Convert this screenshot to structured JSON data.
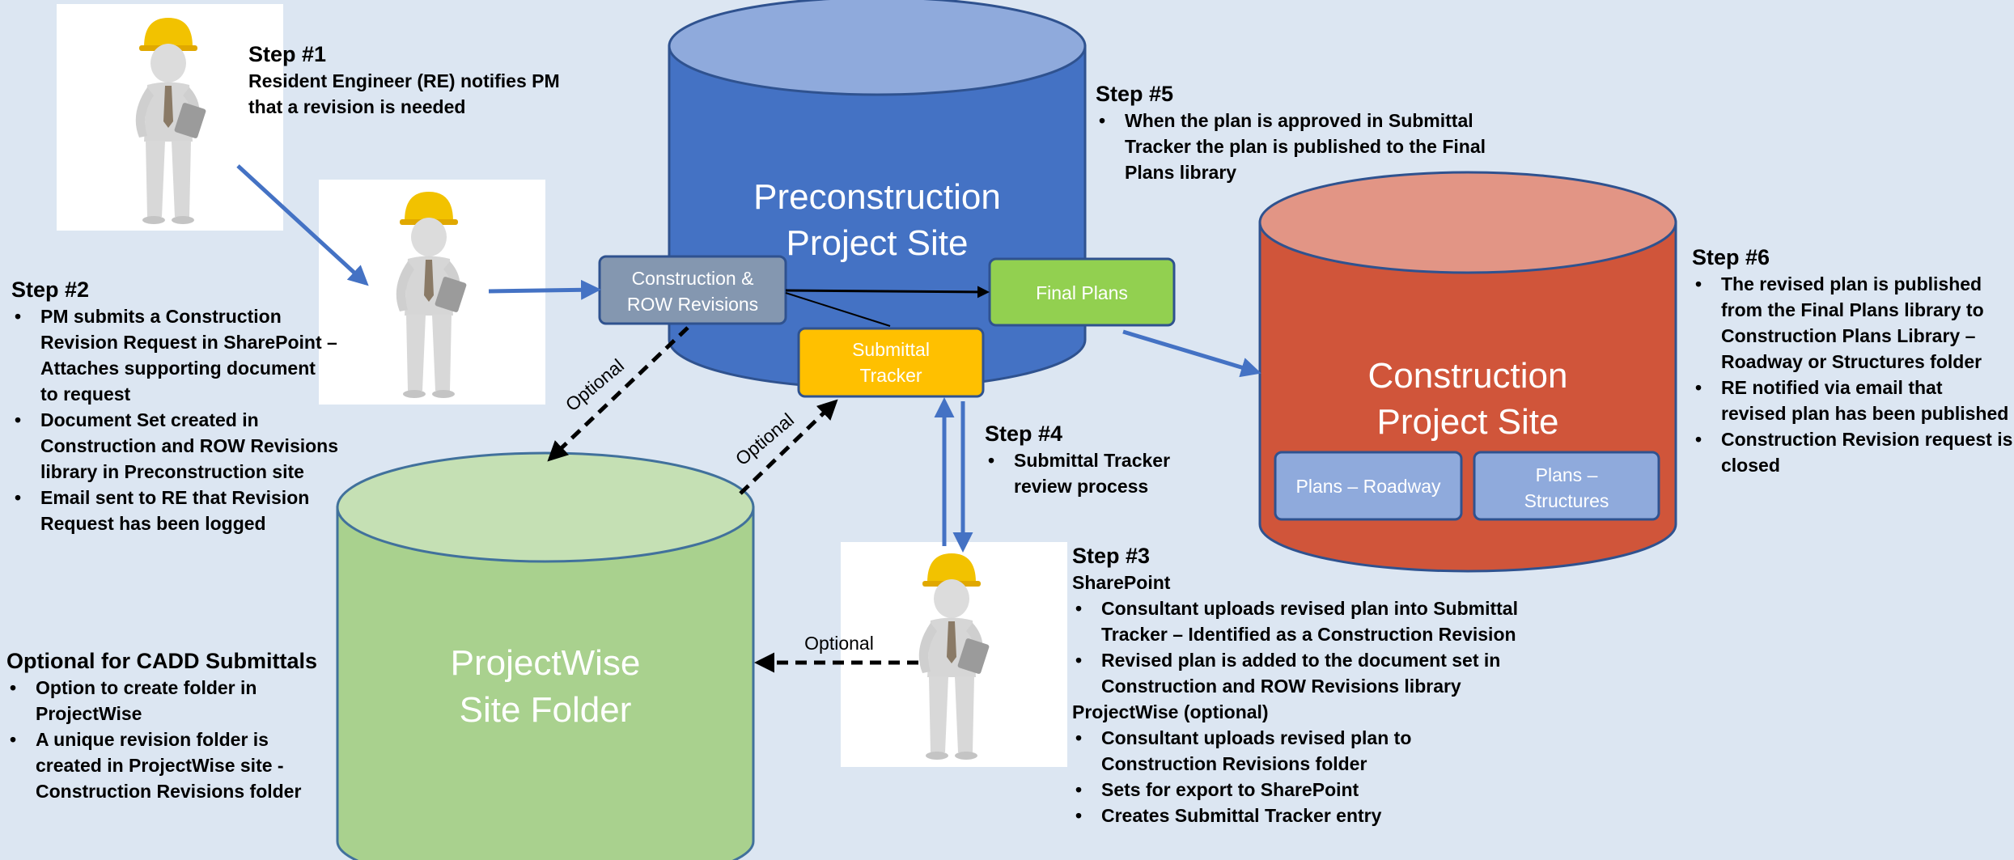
{
  "cylinders": {
    "preconstruction": {
      "line1": "Preconstruction",
      "line2": "Project Site",
      "color": "#4472c4",
      "top_color": "#8faadc"
    },
    "construction": {
      "line1": "Construction",
      "line2": "Project Site",
      "color": "#d0553a",
      "top_color": "#e29585"
    },
    "projectwise": {
      "line1": "ProjectWise",
      "line2": "Site Folder",
      "color": "#a9d18e",
      "top_color": "#c5e0b4"
    }
  },
  "boxes": {
    "construction_row_revisions": {
      "line1": "Construction &",
      "line2": "ROW Revisions"
    },
    "final_plans": {
      "label": "Final Plans"
    },
    "submittal_tracker": {
      "line1": "Submittal",
      "line2": "Tracker"
    },
    "plans_roadway": {
      "label": "Plans – Roadway"
    },
    "plans_structures": {
      "line1": "Plans –",
      "line2": "Structures"
    }
  },
  "optional_labels": {
    "a": "Optional",
    "b": "Optional",
    "c": "Optional"
  },
  "step1": {
    "title": "Step #1",
    "line1": "Resident Engineer (RE) notifies PM",
    "line2": "that a revision is needed"
  },
  "step2": {
    "title": "Step #2",
    "items": [
      [
        "PM submits a Construction",
        "Revision Request in SharePoint –",
        "Attaches supporting document",
        "to request"
      ],
      [
        "Document Set created in",
        "Construction and ROW Revisions",
        "library in Preconstruction site"
      ],
      [
        "Email sent to RE that Revision",
        "Request has been logged"
      ]
    ]
  },
  "step3": {
    "title": "Step #3",
    "sharepoint_heading": "SharePoint",
    "sharepoint_items": [
      [
        "Consultant uploads revised plan into Submittal",
        "Tracker – Identified as a Construction Revision"
      ],
      [
        "Revised plan is added to the document set in",
        "Construction and ROW Revisions library"
      ]
    ],
    "projectwise_heading": "ProjectWise (optional)",
    "projectwise_items": [
      [
        "Consultant uploads revised plan to",
        "Construction Revisions folder"
      ],
      [
        "Sets for export to SharePoint"
      ],
      [
        "Creates Submittal Tracker entry"
      ]
    ]
  },
  "step4": {
    "title": "Step #4",
    "items": [
      [
        "Submittal Tracker",
        "review process"
      ]
    ]
  },
  "step5": {
    "title": "Step #5",
    "items": [
      [
        "When the plan is approved in Submittal",
        "Tracker the plan is published to the Final",
        "Plans library"
      ]
    ]
  },
  "step6": {
    "title": "Step #6",
    "items": [
      [
        "The revised plan is published",
        "from the Final Plans library to",
        "Construction Plans Library –",
        "Roadway or Structures folder"
      ],
      [
        "RE notified via email that",
        "revised plan has been published"
      ],
      [
        "Construction Revision request is",
        "closed"
      ]
    ]
  },
  "optional_cadd": {
    "title": "Optional for CADD Submittals",
    "items": [
      [
        "Option to create folder in",
        "ProjectWise"
      ],
      [
        "A unique revision folder is",
        "created in ProjectWise site -",
        "Construction Revisions folder"
      ]
    ]
  }
}
